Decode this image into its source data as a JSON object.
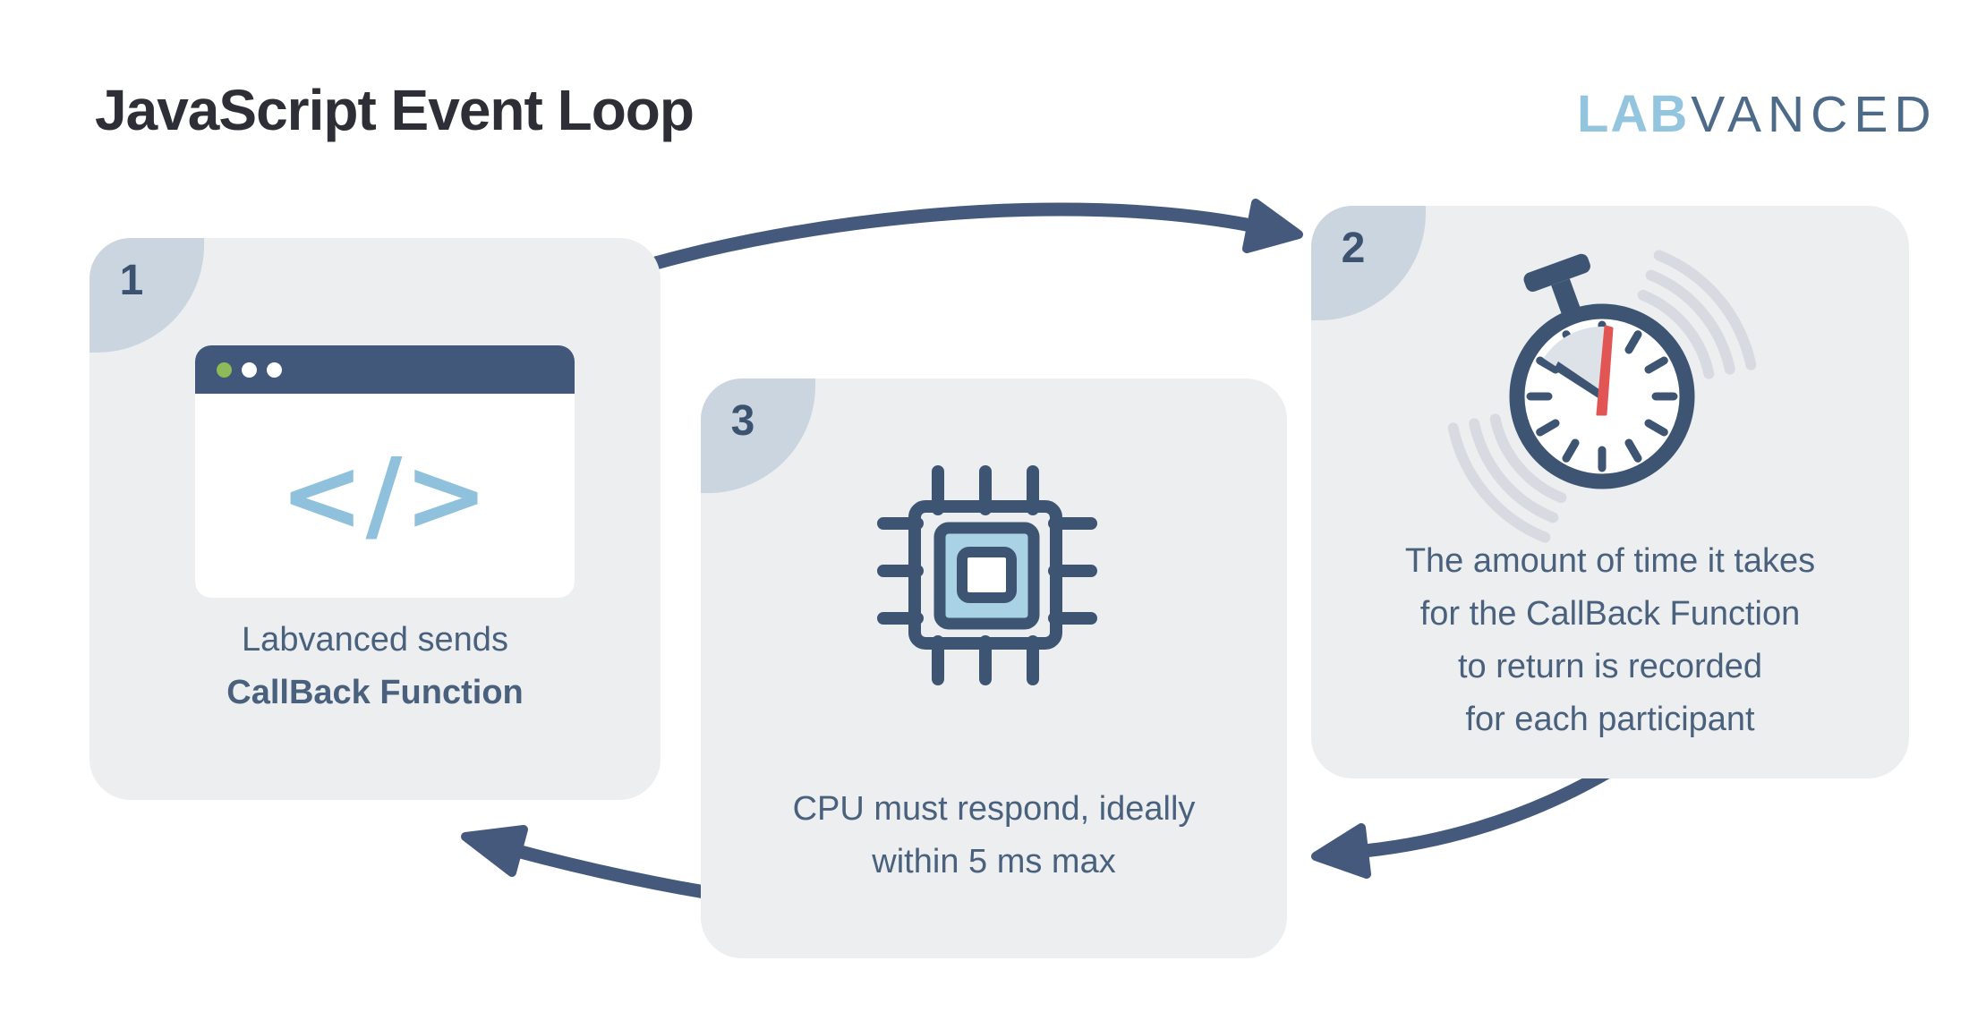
{
  "header": {
    "title": "JavaScript Event Loop",
    "brand": {
      "lab": "LAB",
      "vanced": "VANCED",
      "full_name": "LABVANCED"
    }
  },
  "steps": [
    {
      "number": "1",
      "icon": "browser-code-window",
      "code_symbol": "</>",
      "lines": [
        {
          "text": "Labvanced sends"
        },
        {
          "text": "CallBack Function"
        }
      ]
    },
    {
      "number": "2",
      "icon": "stopwatch",
      "lines": [
        {
          "text": "The amount of time it takes"
        },
        {
          "text": "for the CallBack Function"
        },
        {
          "text": "to return is recorded"
        },
        {
          "text": "for each participant"
        }
      ]
    },
    {
      "number": "3",
      "icon": "cpu-chip",
      "lines": [
        {
          "text": "CPU must respond, ideally"
        },
        {
          "text": "within 5 ms max"
        }
      ]
    }
  ],
  "colors": {
    "background": "#ffffff",
    "card": "#eceef0",
    "badge": "#cbd5e0",
    "slate": "#3d5573",
    "arrow": "#44597b",
    "text": "#4a617d",
    "title": "#2e2f36",
    "light_blue": "#8fc0dc",
    "chip_fill": "#a9d2e4",
    "green_dot": "#8cbb57",
    "red_hand": "#e15654",
    "wave_gray": "#d7dbe1",
    "logo_blue": "#93c5df",
    "logo_slate": "#4d6b89"
  }
}
